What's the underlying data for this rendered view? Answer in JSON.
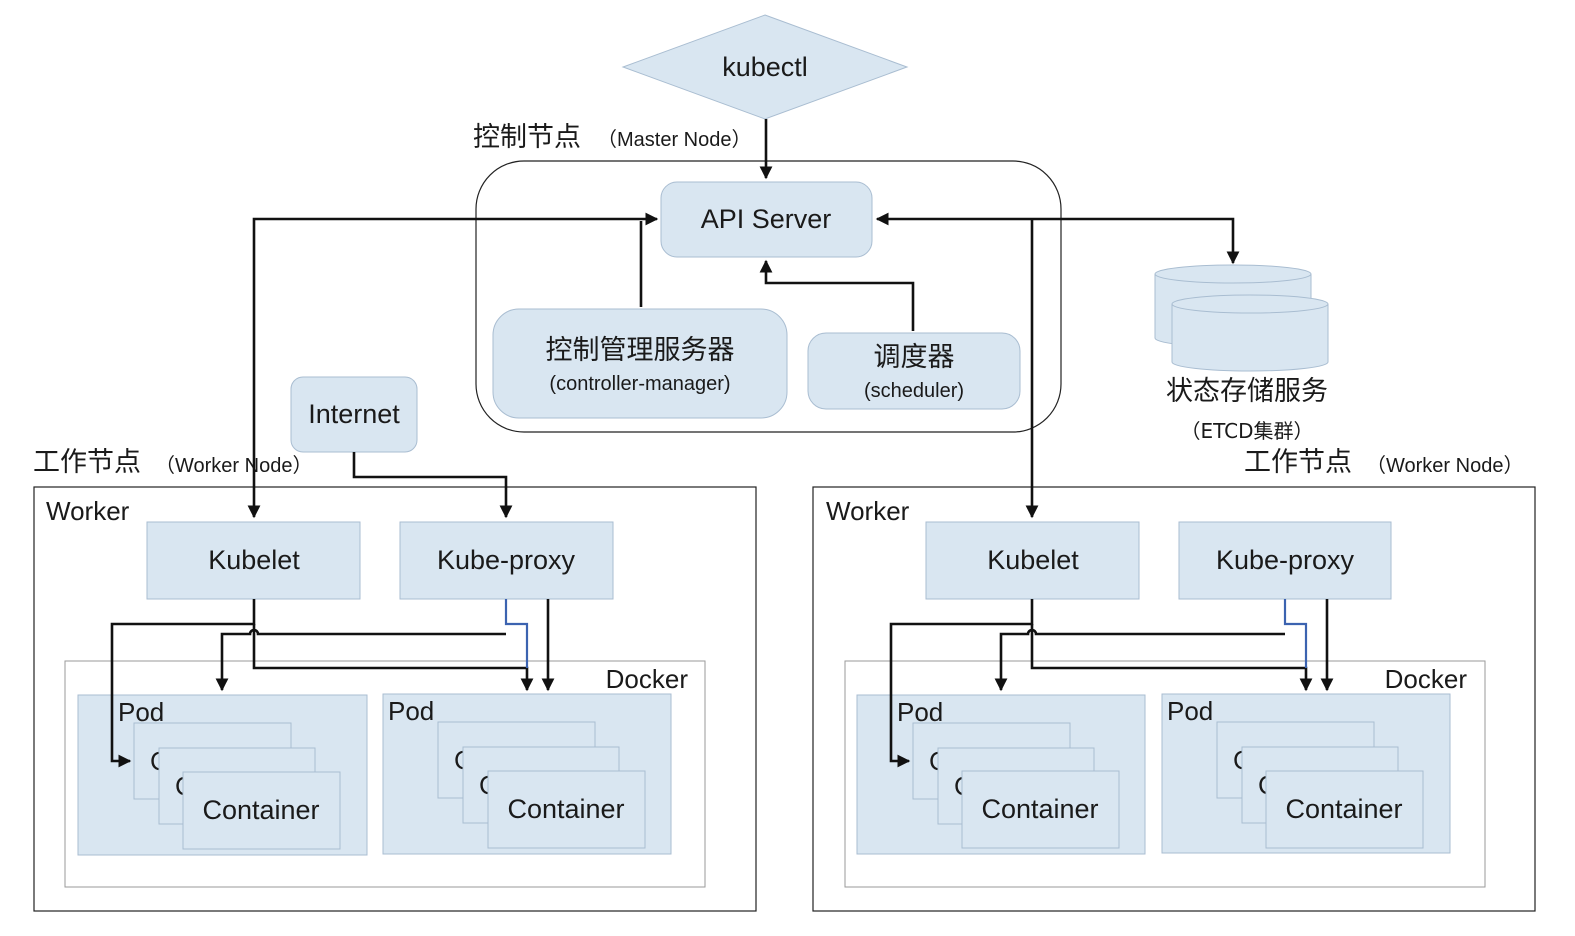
{
  "kubectl": "kubectl",
  "master": {
    "caption_zh": "控制节点",
    "caption_en": "（Master Node）",
    "api_server": "API Server",
    "controller_zh": "控制管理服务器",
    "controller_en": "(controller-manager)",
    "scheduler_zh": "调度器",
    "scheduler_en": "(scheduler)"
  },
  "etcd": {
    "label_zh": "状态存储服务",
    "label_sub": "（ETCD集群）"
  },
  "internet": "Internet",
  "worker_left": {
    "caption_zh": "工作节点",
    "caption_en": "（Worker  Node）",
    "title": "Worker",
    "kubelet": "Kubelet",
    "kube_proxy": "Kube-proxy",
    "docker": "Docker",
    "pods": [
      {
        "label": "Pod",
        "container_front": "Container",
        "container_peek": "C"
      },
      {
        "label": "Pod",
        "container_front": "Container",
        "container_peek": "C"
      }
    ]
  },
  "worker_right": {
    "caption_zh": "工作节点",
    "caption_en": "（Worker Node）",
    "title": "Worker",
    "kubelet": "Kubelet",
    "kube_proxy": "Kube-proxy",
    "docker": "Docker",
    "pods": [
      {
        "label": "Pod",
        "container_front": "Container",
        "container_peek": "C"
      },
      {
        "label": "Pod",
        "container_front": "Container",
        "container_peek": "C"
      }
    ]
  },
  "colors": {
    "box_fill": "#d9e6f1",
    "connector": "#111111",
    "proxy_link": "#3c63b0"
  }
}
